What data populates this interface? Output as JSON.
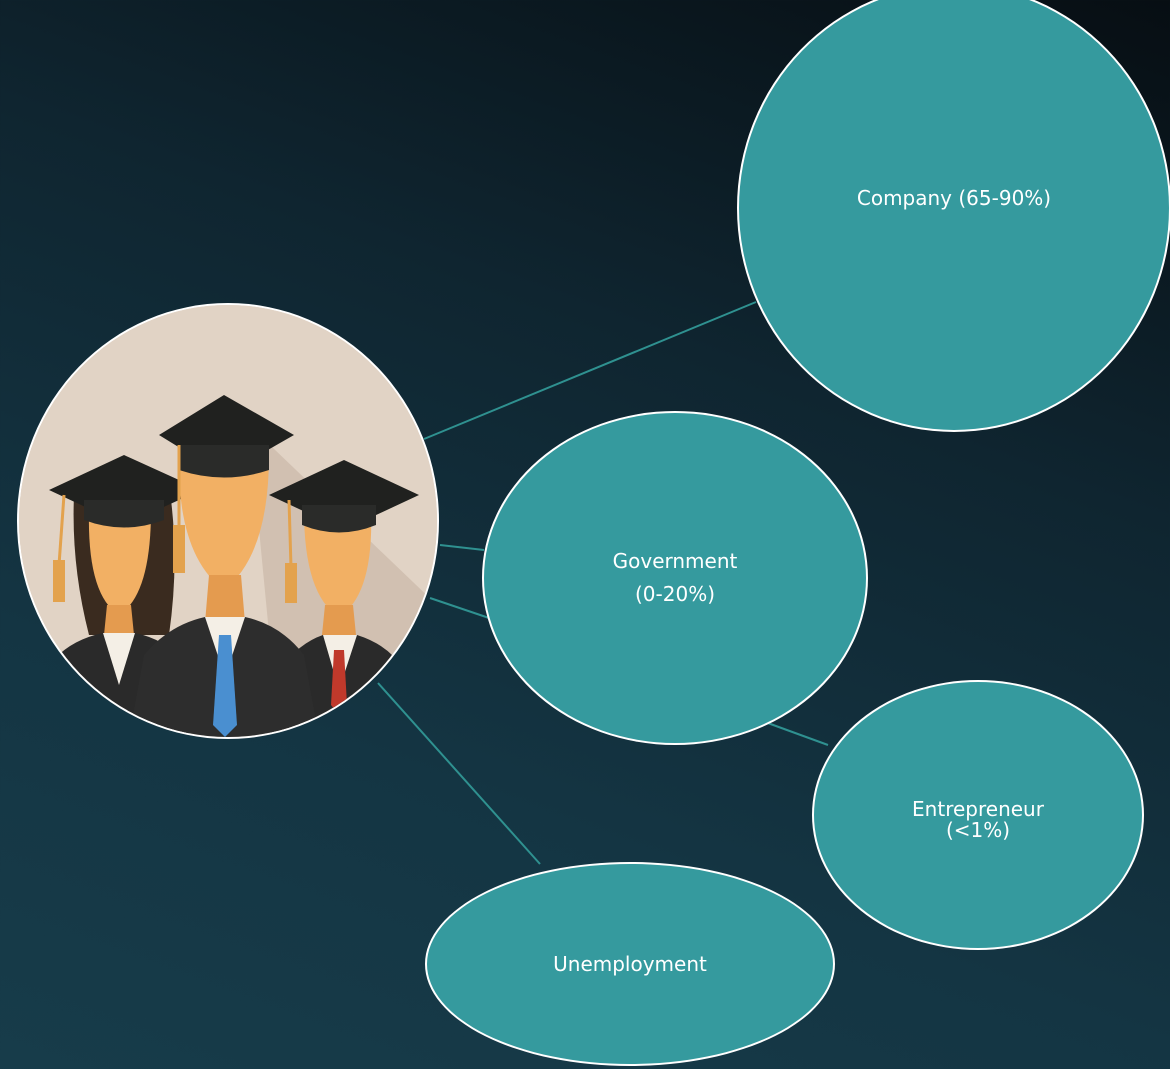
{
  "slide": {
    "title_fragment": "sia"
  },
  "graduates_image": {
    "icon": "graduates-illustration",
    "colors": {
      "background": "#e1d3c5",
      "skin": "#f2b064",
      "cap": "#20211f",
      "suit": "#2a2a2a",
      "tie_blue": "#4a8fd0",
      "tie_red": "#c0392b"
    }
  },
  "nodes": {
    "company": "Company (65-90%)",
    "government_line1": "Government",
    "government_line2": "(0-20%)",
    "entrepreneur_line1": "Entrepreneur",
    "entrepreneur_line2": "(<1%)",
    "unemployment": "Unemployment"
  },
  "colors": {
    "node_fill": "#359a9e",
    "node_border": "#ffffff",
    "connector": "#2f9190",
    "text": "#ffffff"
  }
}
